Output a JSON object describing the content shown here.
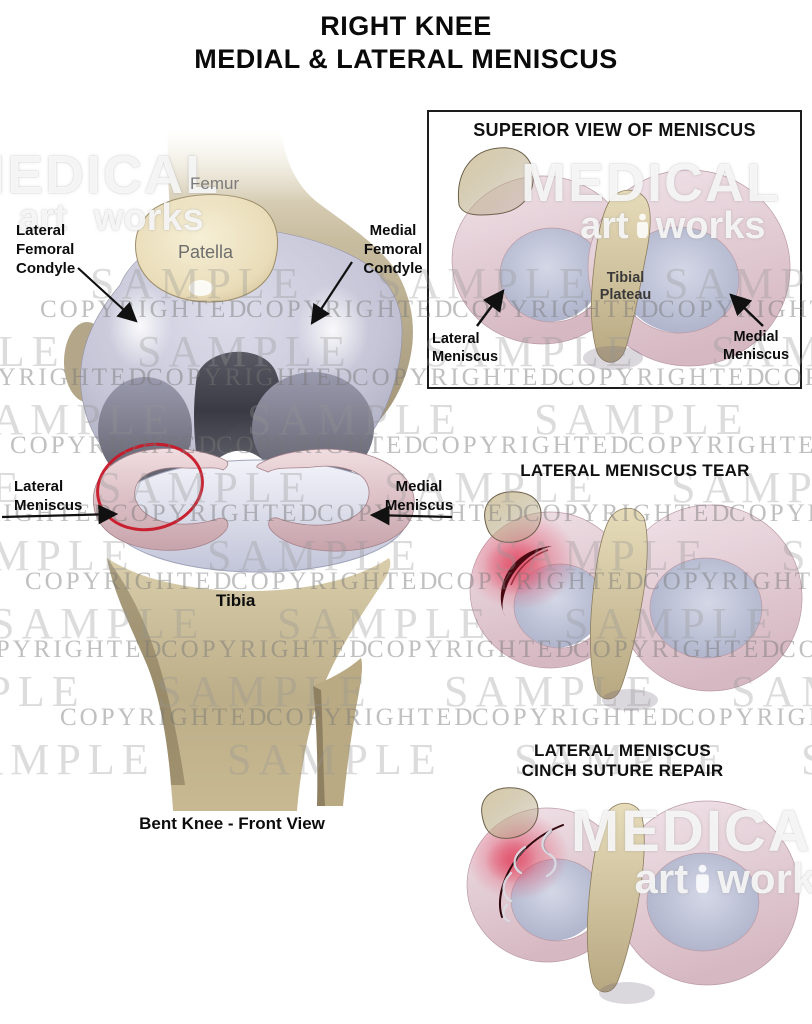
{
  "page_title": {
    "line1": "RIGHT KNEE",
    "line2": "MEDIAL & LATERAL MENISCUS"
  },
  "main_figure": {
    "caption": "Bent Knee - Front View",
    "labels": {
      "femur": "Femur",
      "patella": "Patella",
      "tibia": "Tibia",
      "lateral_femoral_condyle": {
        "l1": "Lateral",
        "l2": "Femoral",
        "l3": "Condyle"
      },
      "medial_femoral_condyle": {
        "l1": "Medial",
        "l2": "Femoral",
        "l3": "Condyle"
      },
      "lateral_meniscus": {
        "l1": "Lateral",
        "l2": "Meniscus"
      },
      "medial_meniscus": {
        "l1": "Medial",
        "l2": "Meniscus"
      }
    }
  },
  "superior_panel": {
    "title": "SUPERIOR VIEW OF MENISCUS",
    "labels": {
      "tibial_plateau": {
        "l1": "Tibial",
        "l2": "Plateau"
      },
      "lateral_meniscus": {
        "l1": "Lateral",
        "l2": "Meniscus"
      },
      "medial_meniscus": {
        "l1": "Medial",
        "l2": "Meniscus"
      }
    }
  },
  "tear_figure": {
    "title": "LATERAL MENISCUS TEAR"
  },
  "repair_figure": {
    "title_line1": "LATERAL MENISCUS",
    "title_line2": "CINCH SUTURE REPAIR"
  },
  "watermark": {
    "sample": "SAMPLE",
    "copyrighted": "COPYRIGHTED",
    "brand_name": "MEDICAL",
    "brand_sub_left": "art",
    "brand_sub_right": "works"
  },
  "annotation_colors": {
    "tear_circle": "#c81828",
    "label_black": "#0d0d0d"
  }
}
